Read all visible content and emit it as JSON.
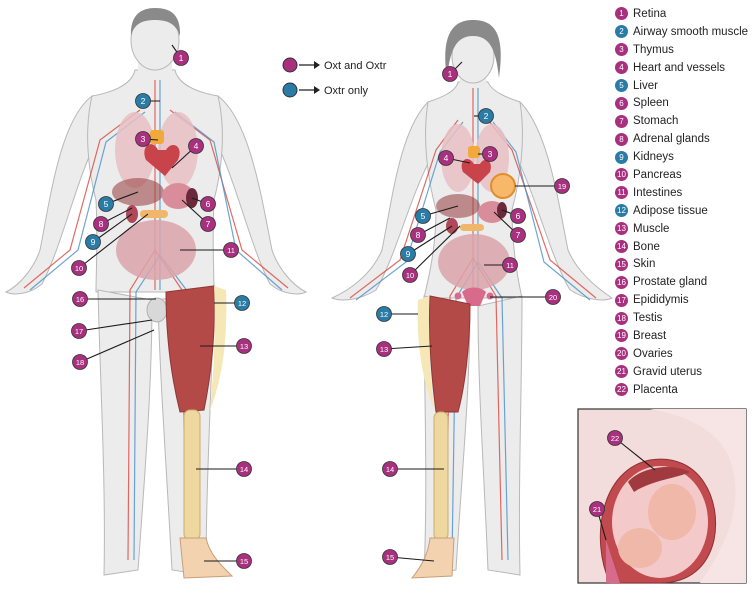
{
  "colors": {
    "oxt_and_oxtr": "#a8307e",
    "oxtr_only": "#2a7ca6",
    "skin": "#ececec",
    "organ": "#d9a1a8",
    "muscle": "#b44a48",
    "bone": "#efd7a0",
    "artery": "#d9473f",
    "vein": "#4a90c8"
  },
  "key": {
    "oxt_and_oxtr": "Oxt and Oxtr",
    "oxtr_only": "Oxtr only"
  },
  "legend": [
    {
      "num": "1",
      "label": "Retina",
      "type": "oxt_and_oxtr"
    },
    {
      "num": "2",
      "label": "Airway smooth muscle",
      "type": "oxtr_only"
    },
    {
      "num": "3",
      "label": "Thymus",
      "type": "oxt_and_oxtr"
    },
    {
      "num": "4",
      "label": "Heart and vessels",
      "type": "oxt_and_oxtr"
    },
    {
      "num": "5",
      "label": "Liver",
      "type": "oxtr_only"
    },
    {
      "num": "6",
      "label": "Spleen",
      "type": "oxt_and_oxtr"
    },
    {
      "num": "7",
      "label": "Stomach",
      "type": "oxt_and_oxtr"
    },
    {
      "num": "8",
      "label": "Adrenal glands",
      "type": "oxt_and_oxtr"
    },
    {
      "num": "9",
      "label": "Kidneys",
      "type": "oxtr_only"
    },
    {
      "num": "10",
      "label": "Pancreas",
      "type": "oxt_and_oxtr"
    },
    {
      "num": "11",
      "label": "Intestines",
      "type": "oxt_and_oxtr"
    },
    {
      "num": "12",
      "label": "Adipose tissue",
      "type": "oxtr_only"
    },
    {
      "num": "13",
      "label": "Muscle",
      "type": "oxt_and_oxtr"
    },
    {
      "num": "14",
      "label": "Bone",
      "type": "oxt_and_oxtr"
    },
    {
      "num": "15",
      "label": "Skin",
      "type": "oxt_and_oxtr"
    },
    {
      "num": "16",
      "label": "Prostate gland",
      "type": "oxt_and_oxtr"
    },
    {
      "num": "17",
      "label": "Epididymis",
      "type": "oxt_and_oxtr"
    },
    {
      "num": "18",
      "label": "Testis",
      "type": "oxt_and_oxtr"
    },
    {
      "num": "19",
      "label": "Breast",
      "type": "oxt_and_oxtr"
    },
    {
      "num": "20",
      "label": "Ovaries",
      "type": "oxt_and_oxtr"
    },
    {
      "num": "21",
      "label": "Gravid uterus",
      "type": "oxt_and_oxtr"
    },
    {
      "num": "22",
      "label": "Placenta",
      "type": "oxt_and_oxtr"
    }
  ],
  "male_callouts": [
    {
      "num": "1",
      "type": "oxt_and_oxtr"
    },
    {
      "num": "2",
      "type": "oxtr_only"
    },
    {
      "num": "3",
      "type": "oxt_and_oxtr"
    },
    {
      "num": "4",
      "type": "oxt_and_oxtr"
    },
    {
      "num": "5",
      "type": "oxtr_only"
    },
    {
      "num": "6",
      "type": "oxt_and_oxtr"
    },
    {
      "num": "7",
      "type": "oxt_and_oxtr"
    },
    {
      "num": "8",
      "type": "oxt_and_oxtr"
    },
    {
      "num": "9",
      "type": "oxtr_only"
    },
    {
      "num": "10",
      "type": "oxt_and_oxtr"
    },
    {
      "num": "11",
      "type": "oxt_and_oxtr"
    },
    {
      "num": "16",
      "type": "oxt_and_oxtr"
    },
    {
      "num": "12",
      "type": "oxtr_only"
    },
    {
      "num": "17",
      "type": "oxt_and_oxtr"
    },
    {
      "num": "18",
      "type": "oxt_and_oxtr"
    },
    {
      "num": "13",
      "type": "oxt_and_oxtr"
    },
    {
      "num": "14",
      "type": "oxt_and_oxtr"
    },
    {
      "num": "15",
      "type": "oxt_and_oxtr"
    }
  ],
  "female_callouts": [
    {
      "num": "1",
      "type": "oxt_and_oxtr"
    },
    {
      "num": "2",
      "type": "oxtr_only"
    },
    {
      "num": "4",
      "type": "oxt_and_oxtr"
    },
    {
      "num": "3",
      "type": "oxt_and_oxtr"
    },
    {
      "num": "19",
      "type": "oxt_and_oxtr"
    },
    {
      "num": "5",
      "type": "oxtr_only"
    },
    {
      "num": "6",
      "type": "oxt_and_oxtr"
    },
    {
      "num": "8",
      "type": "oxt_and_oxtr"
    },
    {
      "num": "7",
      "type": "oxt_and_oxtr"
    },
    {
      "num": "9",
      "type": "oxtr_only"
    },
    {
      "num": "10",
      "type": "oxt_and_oxtr"
    },
    {
      "num": "11",
      "type": "oxt_and_oxtr"
    },
    {
      "num": "20",
      "type": "oxt_and_oxtr"
    },
    {
      "num": "12",
      "type": "oxtr_only"
    },
    {
      "num": "13",
      "type": "oxt_and_oxtr"
    },
    {
      "num": "14",
      "type": "oxt_and_oxtr"
    },
    {
      "num": "15",
      "type": "oxt_and_oxtr"
    }
  ],
  "inset_callouts": [
    {
      "num": "22",
      "type": "oxt_and_oxtr"
    },
    {
      "num": "21",
      "type": "oxt_and_oxtr"
    }
  ]
}
